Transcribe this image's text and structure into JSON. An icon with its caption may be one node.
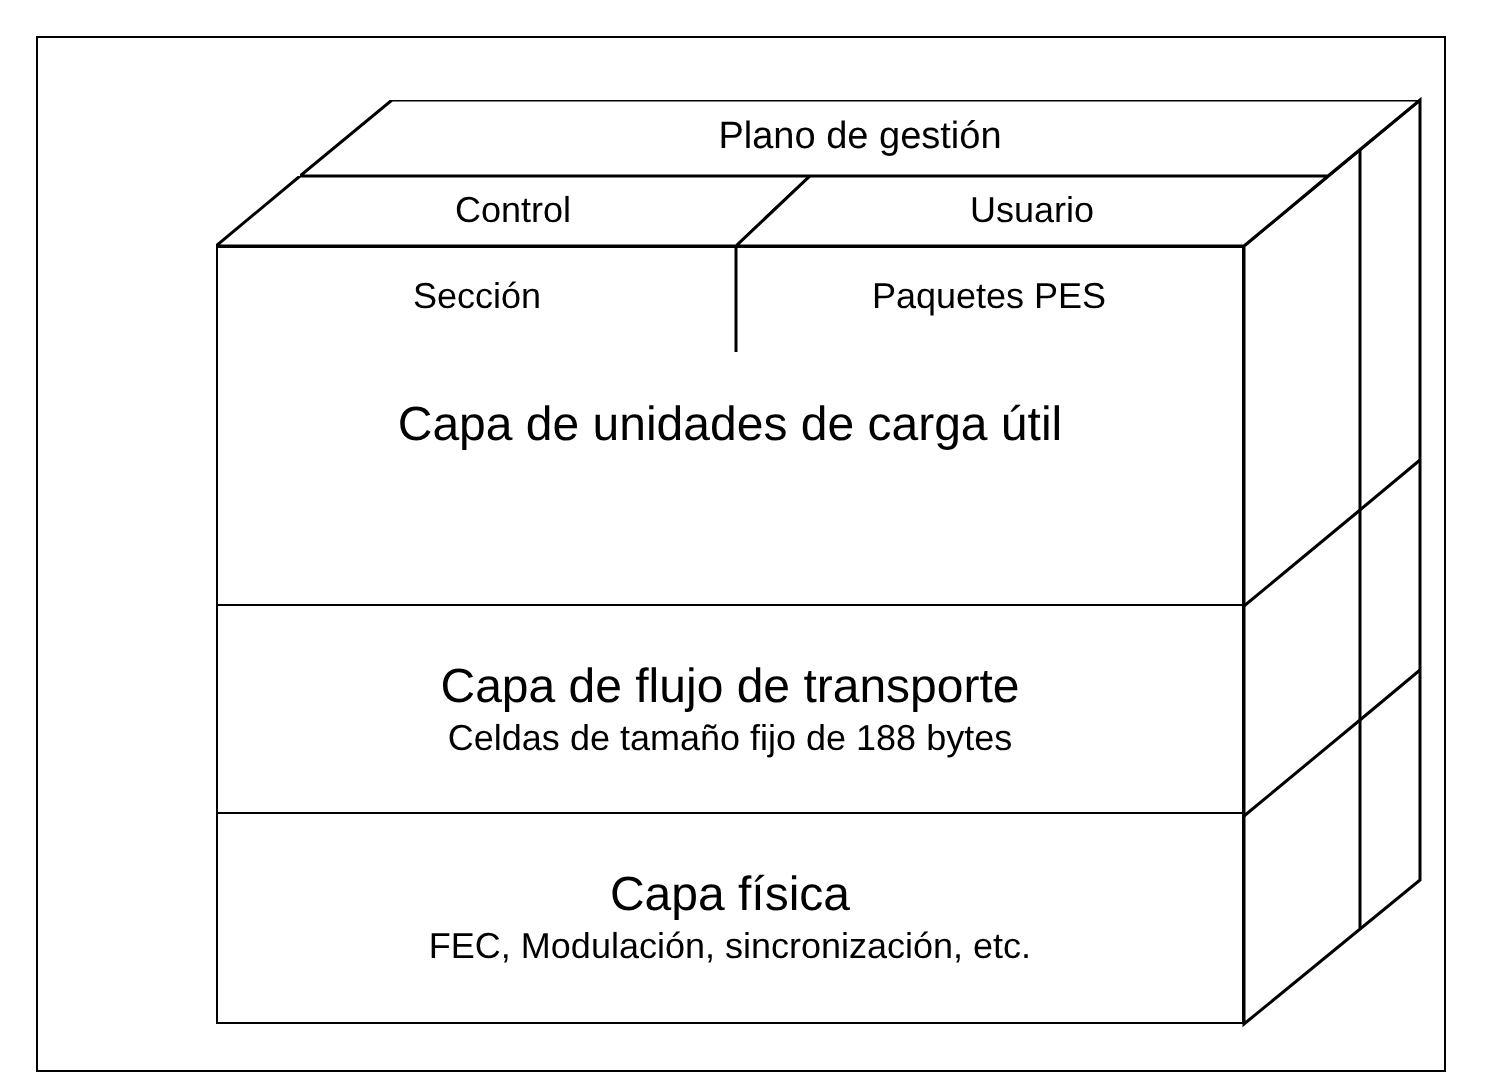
{
  "diagram": {
    "nodes": [
      {
        "text": [
          "Plano de gestión"
        ]
      },
      {
        "text": [
          "Control"
        ]
      },
      {
        "text": [
          "Usuario"
        ]
      },
      {
        "text": [
          "Capa de unidades de carga útil"
        ]
      },
      {
        "text": [
          "Sección"
        ],
        "in": 3
      },
      {
        "text": [
          "Paquetes PES"
        ],
        "in": 3
      },
      {
        "text": [
          "Capa de flujo de transporte",
          "Celdas de tamaño fijo de 188 bytes"
        ]
      },
      {
        "text": [
          "Capa física",
          "FEC, Modulación, sincronización, etc."
        ]
      }
    ]
  }
}
